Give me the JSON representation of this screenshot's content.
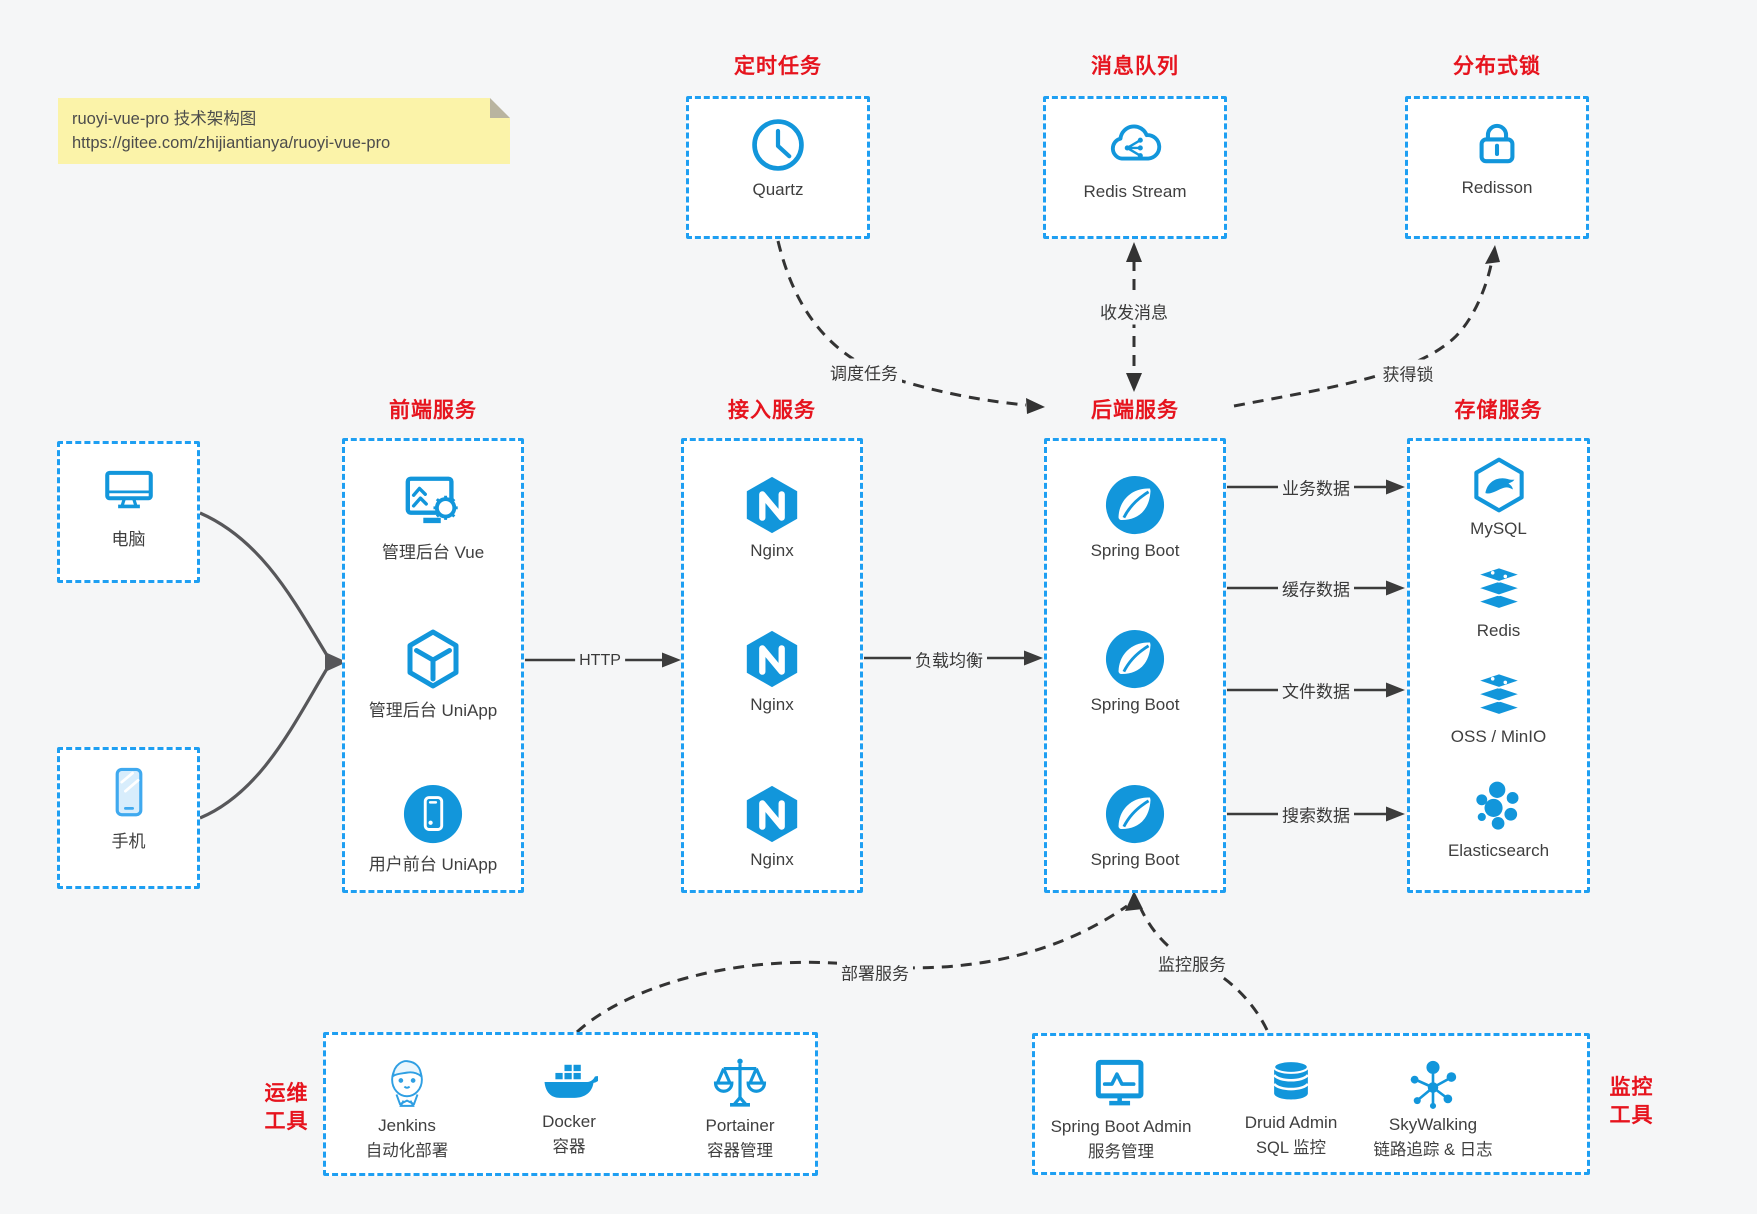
{
  "note": {
    "line1": "ruoyi-vue-pro 技术架构图",
    "line2": "https://gitee.com/zhijiantianya/ruoyi-vue-pro"
  },
  "colors": {
    "icon_blue": "#1296db",
    "border_blue": "#1e9ff2",
    "title_red": "#e6141e",
    "text": "#3f3f3f",
    "note_bg": "#fbf3a9",
    "canvas_bg": "#f5f6f7"
  },
  "top_groups": [
    {
      "title": "定时任务",
      "item": {
        "label": "Quartz",
        "icon": "clock-icon"
      }
    },
    {
      "title": "消息队列",
      "item": {
        "label": "Redis Stream",
        "icon": "cloud-stream-icon"
      }
    },
    {
      "title": "分布式锁",
      "item": {
        "label": "Redisson",
        "icon": "lock-icon"
      }
    }
  ],
  "clients": [
    {
      "label": "电脑",
      "icon": "desktop-icon"
    },
    {
      "label": "手机",
      "icon": "smartphone-icon"
    }
  ],
  "columns": [
    {
      "title": "前端服务",
      "items": [
        "管理后台 Vue",
        "管理后台 UniApp",
        "用户前台 UniApp"
      ]
    },
    {
      "title": "接入服务",
      "items": [
        "Nginx",
        "Nginx",
        "Nginx"
      ]
    },
    {
      "title": "后端服务",
      "items": [
        "Spring Boot",
        "Spring Boot",
        "Spring Boot"
      ]
    },
    {
      "title": "存储服务",
      "items": [
        "MySQL",
        "Redis",
        "OSS / MinIO",
        "Elasticsearch"
      ]
    }
  ],
  "edges": {
    "http": "HTTP",
    "lb": "负载均衡",
    "schedule": "调度任务",
    "mq": "收发消息",
    "lock": "获得锁",
    "biz": "业务数据",
    "cache": "缓存数据",
    "file": "文件数据",
    "search": "搜索数据",
    "deploy": "部署服务",
    "monitor": "监控服务"
  },
  "ops": {
    "side_label_1": "运维",
    "side_label_2": "工具",
    "items": [
      {
        "name": "Jenkins",
        "desc": "自动化部署",
        "icon": "jenkins-icon"
      },
      {
        "name": "Docker",
        "desc": "容器",
        "icon": "docker-icon"
      },
      {
        "name": "Portainer",
        "desc": "容器管理",
        "icon": "portainer-icon"
      }
    ]
  },
  "monitoring": {
    "side_label_1": "监控",
    "side_label_2": "工具",
    "items": [
      {
        "name": "Spring Boot Admin",
        "desc": "服务管理",
        "icon": "spring-boot-admin-icon"
      },
      {
        "name": "Druid Admin",
        "desc": "SQL 监控",
        "icon": "druid-icon"
      },
      {
        "name": "SkyWalking",
        "desc": "链路追踪 & 日志",
        "icon": "skywalking-icon"
      }
    ]
  }
}
